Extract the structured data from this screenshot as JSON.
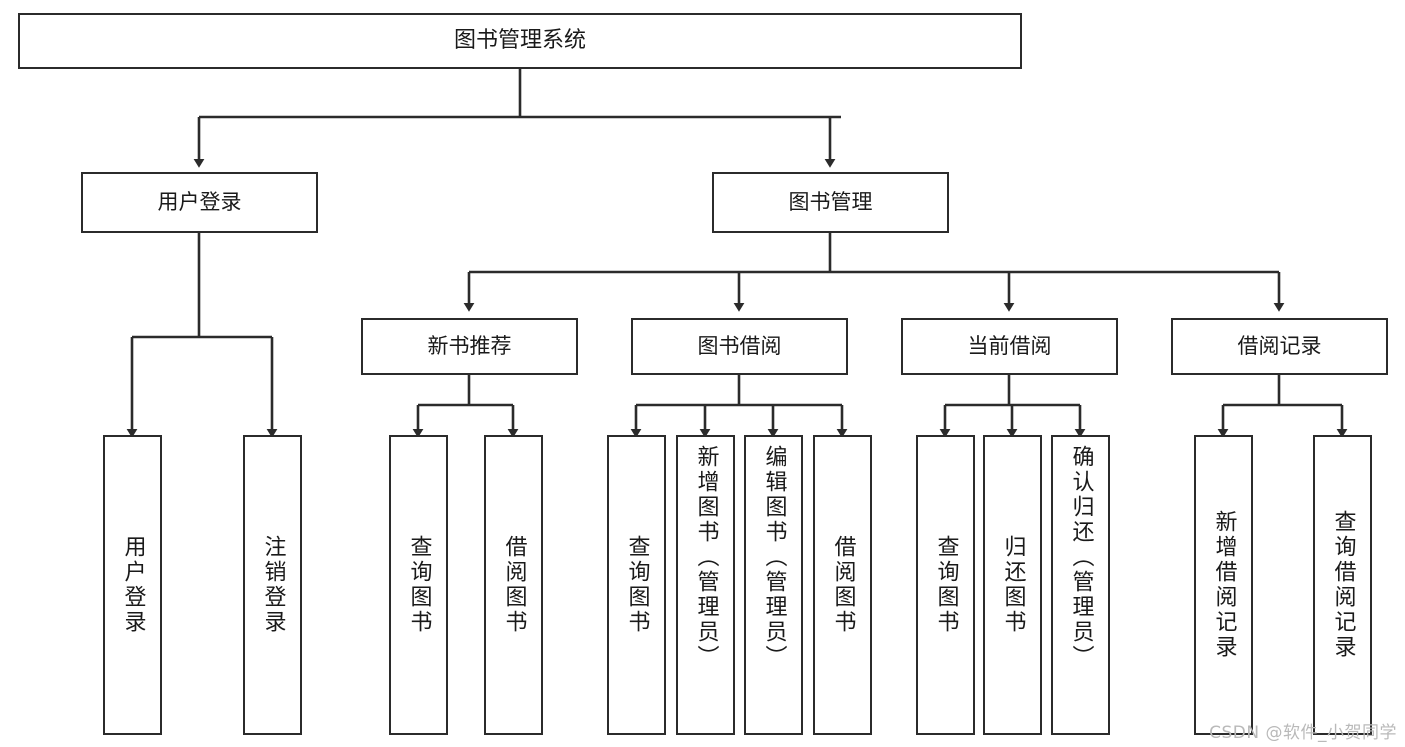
{
  "diagram": {
    "title": "图书管理系统",
    "type": "tree-hierarchy-diagram",
    "colors": {
      "background": "#ffffff",
      "box_border": "#2b2b2b",
      "box_fill": "#ffffff",
      "text": "#1a1a1a",
      "connector": "#2b2b2b",
      "watermark": "#b9b9b9"
    },
    "root": {
      "label": "图书管理系统"
    },
    "level2": [
      {
        "id": "user-login",
        "label": "用户登录"
      },
      {
        "id": "book-management",
        "label": "图书管理"
      }
    ],
    "level3": [
      {
        "id": "new-book-recommend",
        "label": "新书推荐"
      },
      {
        "id": "book-borrow",
        "label": "图书借阅"
      },
      {
        "id": "current-borrow",
        "label": "当前借阅"
      },
      {
        "id": "borrow-record",
        "label": "借阅记录"
      }
    ],
    "leaves": {
      "user-login": [
        {
          "id": "leaf-user-login",
          "label": "用户登录"
        },
        {
          "id": "leaf-logout-login",
          "label": "注销登录"
        }
      ],
      "new-book-recommend": [
        {
          "id": "leaf-query-book-1",
          "label": "查询图书"
        },
        {
          "id": "leaf-borrow-book-1",
          "label": "借阅图书"
        }
      ],
      "book-borrow": [
        {
          "id": "leaf-query-book-2",
          "label": "查询图书"
        },
        {
          "id": "leaf-add-book-admin",
          "label": "新增图书（管理员）"
        },
        {
          "id": "leaf-edit-book-admin",
          "label": "编辑图书（管理员）"
        },
        {
          "id": "leaf-borrow-book-2",
          "label": "借阅图书"
        }
      ],
      "current-borrow": [
        {
          "id": "leaf-query-book-3",
          "label": "查询图书"
        },
        {
          "id": "leaf-return-book",
          "label": "归还图书"
        },
        {
          "id": "leaf-confirm-return-admin",
          "label": "确认归还（管理员）"
        }
      ],
      "borrow-record": [
        {
          "id": "leaf-add-borrow-record",
          "label": "新增借阅记录"
        },
        {
          "id": "leaf-query-borrow-record",
          "label": "查询借阅记录"
        }
      ]
    },
    "watermark": "CSDN @软件_小贺同学"
  }
}
